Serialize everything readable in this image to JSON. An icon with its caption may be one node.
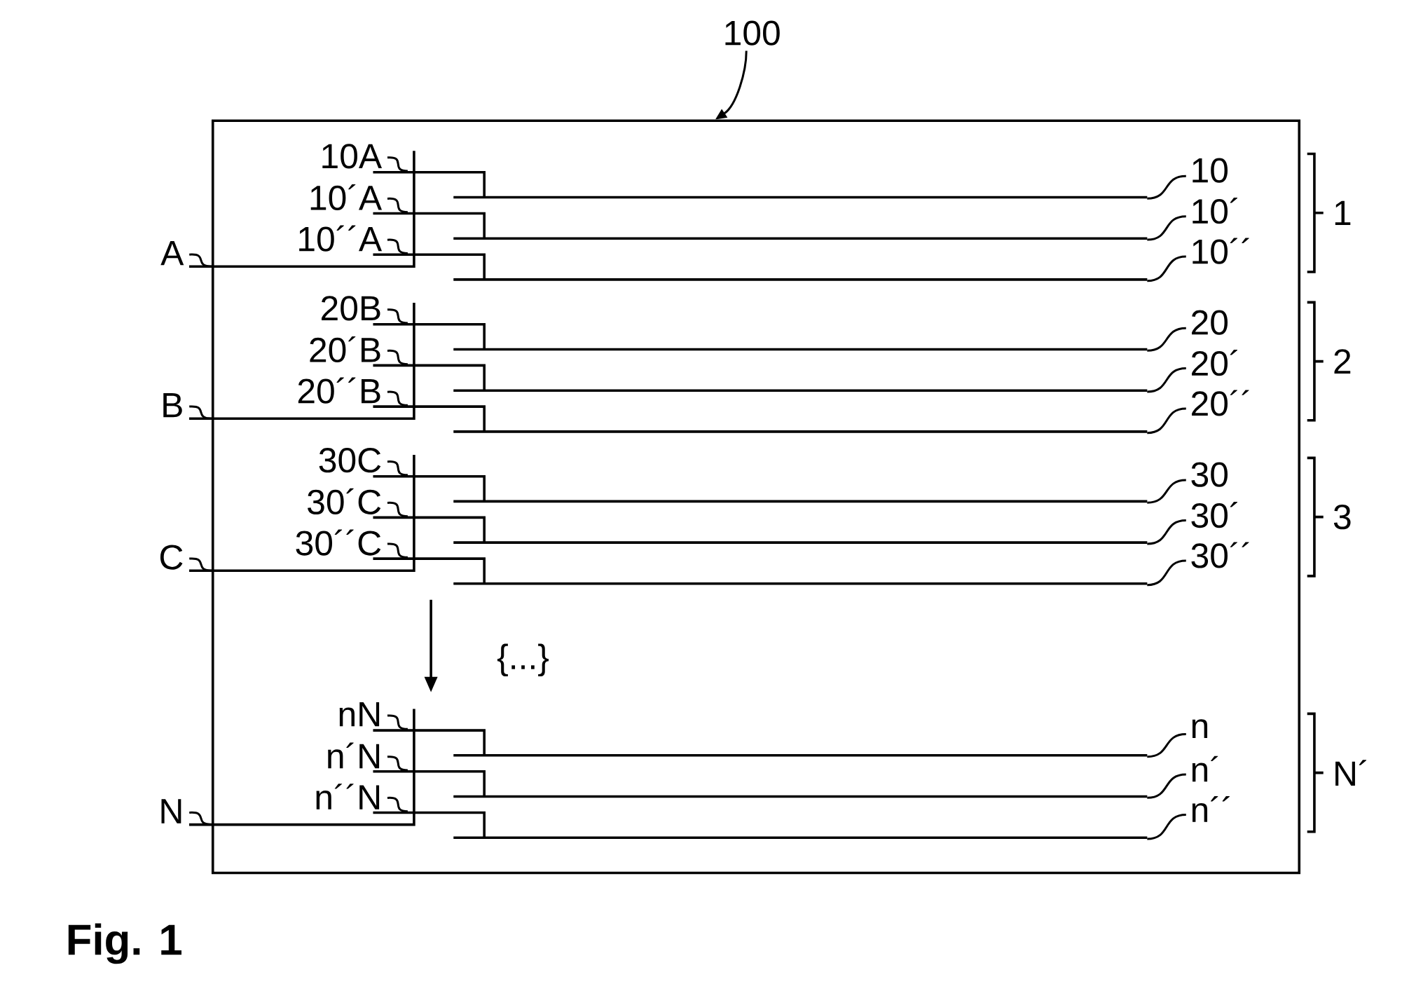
{
  "diagram": {
    "caption": "Fig. 1",
    "nodes": [
      {
        "text": [],
        "shape": "box"
      },
      {
        "text": [
          "100"
        ]
      },
      {
        "text": [
          "A"
        ]
      },
      {
        "text": [
          "10A"
        ],
        "in": 0
      },
      {
        "text": [
          "10´A"
        ],
        "in": 0
      },
      {
        "text": [
          "10´´A"
        ],
        "in": 0
      },
      {
        "text": [
          "10"
        ],
        "in": 0
      },
      {
        "text": [
          "10´"
        ],
        "in": 0
      },
      {
        "text": [
          "10´´"
        ],
        "in": 0
      },
      {
        "text": [
          "B"
        ]
      },
      {
        "text": [
          "20B"
        ],
        "in": 0
      },
      {
        "text": [
          "20´B"
        ],
        "in": 0
      },
      {
        "text": [
          "20´´B"
        ],
        "in": 0
      },
      {
        "text": [
          "20"
        ],
        "in": 0
      },
      {
        "text": [
          "20´"
        ],
        "in": 0
      },
      {
        "text": [
          "20´´"
        ],
        "in": 0
      },
      {
        "text": [
          "C"
        ]
      },
      {
        "text": [
          "30C"
        ],
        "in": 0
      },
      {
        "text": [
          "30´C"
        ],
        "in": 0
      },
      {
        "text": [
          "30´´C"
        ],
        "in": 0
      },
      {
        "text": [
          "30"
        ],
        "in": 0
      },
      {
        "text": [
          "30´"
        ],
        "in": 0
      },
      {
        "text": [
          "30´´"
        ],
        "in": 0
      },
      {
        "text": [
          "N"
        ]
      },
      {
        "text": [
          "nN"
        ],
        "in": 0
      },
      {
        "text": [
          "n´N"
        ],
        "in": 0
      },
      {
        "text": [
          "n´´N"
        ],
        "in": 0
      },
      {
        "text": [
          "n"
        ],
        "in": 0
      },
      {
        "text": [
          "n´"
        ],
        "in": 0
      },
      {
        "text": [
          "n´´"
        ],
        "in": 0
      },
      {
        "text": [],
        "shape": "line",
        "in": 0
      },
      {
        "text": [],
        "shape": "line",
        "in": 0
      },
      {
        "text": [],
        "shape": "line",
        "in": 0
      },
      {
        "text": [],
        "shape": "line",
        "in": 0
      },
      {
        "text": [],
        "shape": "line",
        "in": 0
      },
      {
        "text": [],
        "shape": "line",
        "in": 0
      },
      {
        "text": [],
        "shape": "line",
        "in": 0
      },
      {
        "text": [],
        "shape": "line",
        "in": 0
      },
      {
        "text": [],
        "shape": "line",
        "in": 0
      },
      {
        "text": [],
        "shape": "line",
        "in": 0
      },
      {
        "text": [],
        "shape": "line",
        "in": 0
      },
      {
        "text": [],
        "shape": "line",
        "in": 0
      }
    ],
    "edges": [
      {
        "from": 1,
        "to": 0,
        "arrow": "to"
      },
      {
        "from": 2,
        "to": 0,
        "arrow": "none"
      },
      {
        "from": 3,
        "to": 30,
        "arrow": "none"
      },
      {
        "from": 4,
        "to": 31,
        "arrow": "none"
      },
      {
        "from": 5,
        "to": 32,
        "arrow": "none"
      },
      {
        "from": 6,
        "to": 30,
        "arrow": "none"
      },
      {
        "from": 7,
        "to": 31,
        "arrow": "none"
      },
      {
        "from": 8,
        "to": 32,
        "arrow": "none"
      },
      {
        "from": 9,
        "to": 0,
        "arrow": "none"
      },
      {
        "from": 10,
        "to": 33,
        "arrow": "none"
      },
      {
        "from": 11,
        "to": 34,
        "arrow": "none"
      },
      {
        "from": 12,
        "to": 35,
        "arrow": "none"
      },
      {
        "from": 13,
        "to": 33,
        "arrow": "none"
      },
      {
        "from": 14,
        "to": 34,
        "arrow": "none"
      },
      {
        "from": 15,
        "to": 35,
        "arrow": "none"
      },
      {
        "from": 16,
        "to": 0,
        "arrow": "none"
      },
      {
        "from": 17,
        "to": 36,
        "arrow": "none"
      },
      {
        "from": 18,
        "to": 37,
        "arrow": "none"
      },
      {
        "from": 19,
        "to": 38,
        "arrow": "none"
      },
      {
        "from": 20,
        "to": 36,
        "arrow": "none"
      },
      {
        "from": 21,
        "to": 37,
        "arrow": "none"
      },
      {
        "from": 22,
        "to": 38,
        "arrow": "none"
      },
      {
        "from": 23,
        "to": 0,
        "arrow": "none"
      },
      {
        "from": 24,
        "to": 39,
        "arrow": "none"
      },
      {
        "from": 25,
        "to": 40,
        "arrow": "none"
      },
      {
        "from": 26,
        "to": 41,
        "arrow": "none"
      },
      {
        "from": 27,
        "to": 39,
        "arrow": "none"
      },
      {
        "from": 28,
        "to": 40,
        "arrow": "none"
      },
      {
        "from": 29,
        "to": 41,
        "arrow": "none"
      }
    ],
    "labels": [
      "1",
      "2",
      "3",
      "{...}",
      "N´"
    ]
  }
}
